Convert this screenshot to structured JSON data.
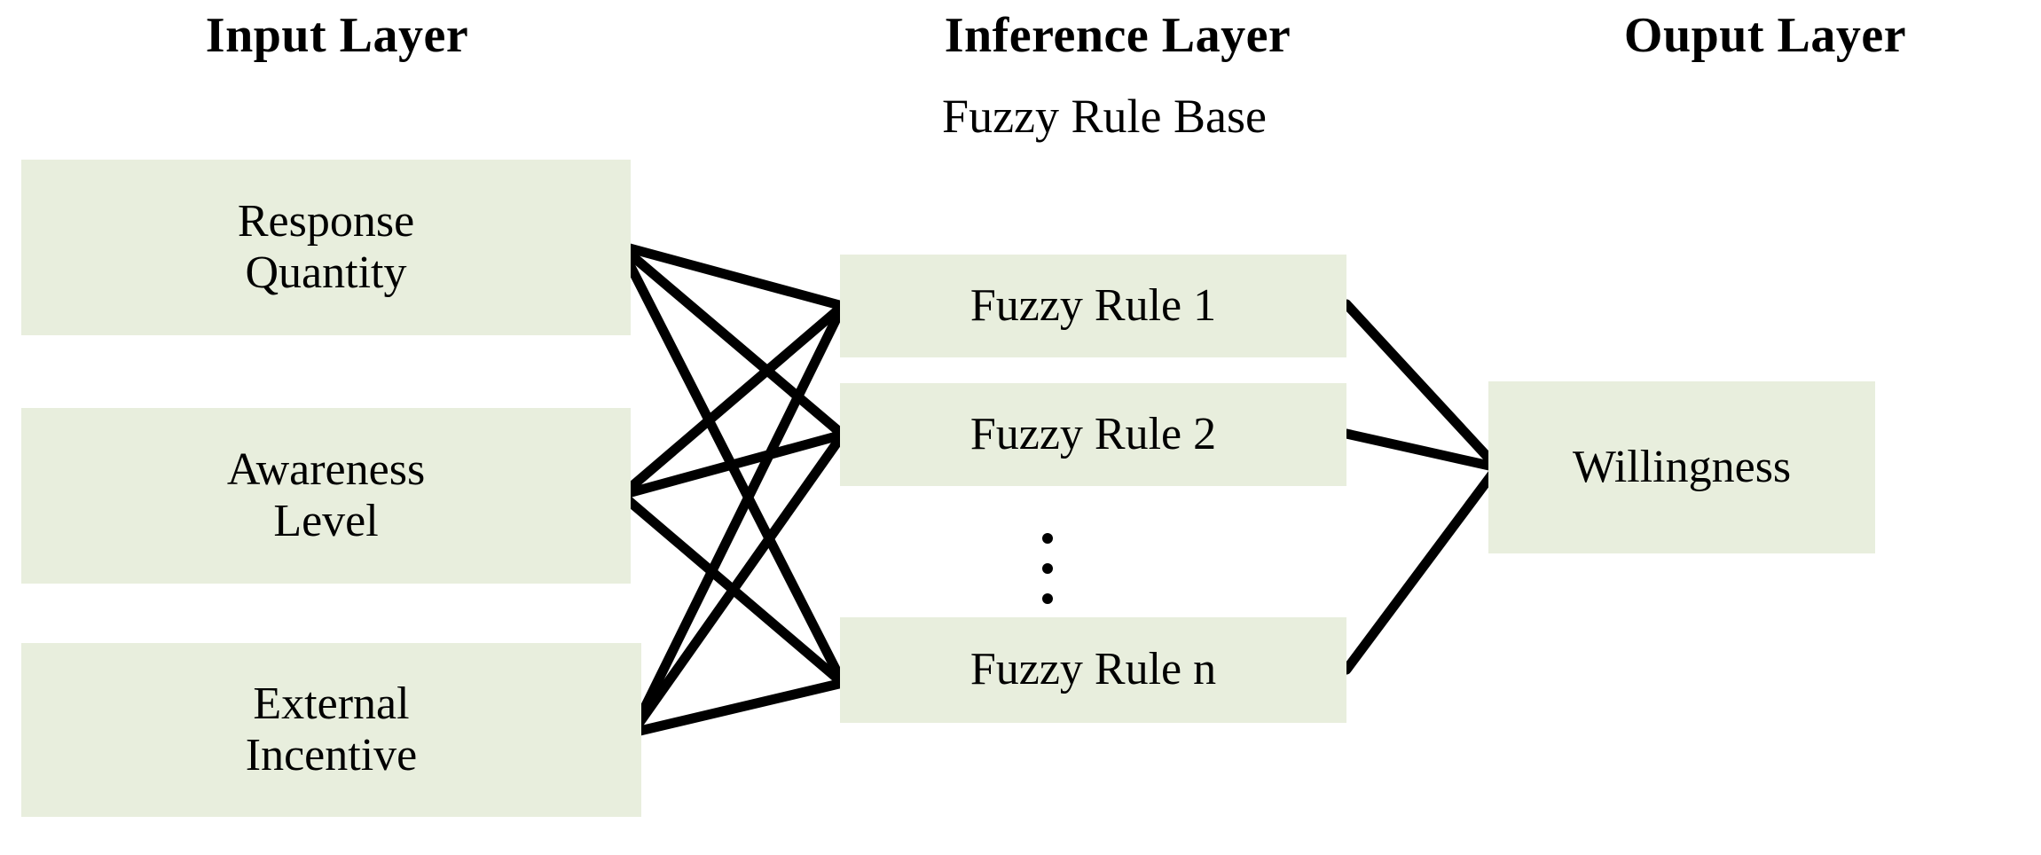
{
  "diagram": {
    "title_note": "Fuzzy inference network diagram",
    "background_color": "#ffffff",
    "box_fill_color": "#e8eedd",
    "edge_color": "#000000",
    "layers": [
      {
        "id": "input",
        "title": "Input Layer"
      },
      {
        "id": "inference",
        "title": "Inference Layer",
        "subtitle": "Fuzzy Rule Base"
      },
      {
        "id": "output",
        "title": "Ouput Layer"
      }
    ],
    "input_nodes": [
      {
        "line1": "Response",
        "line2": "Quantity"
      },
      {
        "line1": "Awareness",
        "line2": "Level"
      },
      {
        "line1": "External",
        "line2": "Incentive"
      }
    ],
    "rule_nodes": [
      {
        "label": "Fuzzy Rule 1"
      },
      {
        "label": "Fuzzy Rule 2"
      },
      {
        "label": "Fuzzy Rule n"
      }
    ],
    "output_nodes": [
      {
        "label": "Willingness"
      }
    ],
    "vertical_ellipsis": "⋮"
  }
}
